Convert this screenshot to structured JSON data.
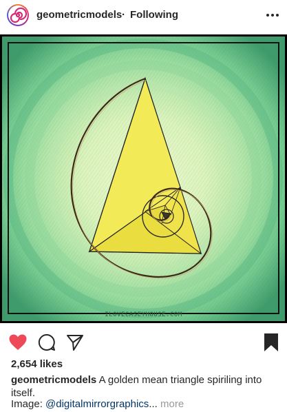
{
  "header": {
    "username": "geometricmodels",
    "separator": "·",
    "follow_status": "Following",
    "more_icon": "more-horizontal-icon"
  },
  "post": {
    "watermark": "ILOVECASEYHOUSE.COM",
    "colors": {
      "background_dark": "#4da87a",
      "ring_mid": "#80d09a",
      "ring_light": "#b7e8b0",
      "center": "#e8f7c8",
      "triangle_fill": "#f2e84a",
      "outline": "#1a1a1a"
    }
  },
  "actions": {
    "like_icon": "heart-filled-icon",
    "comment_icon": "comment-icon",
    "share_icon": "send-icon",
    "save_icon": "bookmark-icon",
    "like_color": "#ed4956"
  },
  "likes": {
    "text": "2,654 likes"
  },
  "caption": {
    "username": "geometricmodels",
    "text": "A golden mean triangle spiriling into itself."
  },
  "credit": {
    "prefix": "Image:",
    "mention": "@digitalmirrorgraphics",
    "ellipsis": "...",
    "more": "more"
  }
}
